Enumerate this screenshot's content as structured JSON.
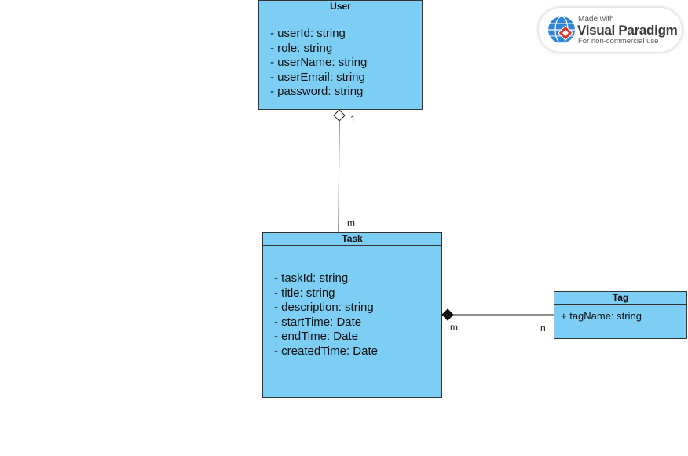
{
  "classes": {
    "user": {
      "name": "User",
      "attributes": [
        "- userId: string",
        "- role: string",
        "- userName: string",
        "- userEmail: string",
        "- password: string"
      ]
    },
    "task": {
      "name": "Task",
      "attributes": [
        "- taskId: string",
        "- title: string",
        "- description: string",
        "- startTime: Date",
        "- endTime: Date",
        "- createdTime: Date"
      ]
    },
    "tag": {
      "name": "Tag",
      "attributes": [
        "+ tagName: string"
      ]
    }
  },
  "relationships": {
    "user_task": {
      "type": "aggregation",
      "source_multiplicity": "1",
      "target_multiplicity": "m"
    },
    "task_tag": {
      "type": "composition",
      "source_multiplicity": "m",
      "target_multiplicity": "n"
    }
  },
  "watermark": {
    "made_with": "Made with",
    "brand": "Visual Paradigm",
    "note": "For non-commercial use",
    "logo_icon": "visual-paradigm-logo-icon"
  },
  "colors": {
    "class_fill": "#7ccef5",
    "border": "#333333"
  }
}
